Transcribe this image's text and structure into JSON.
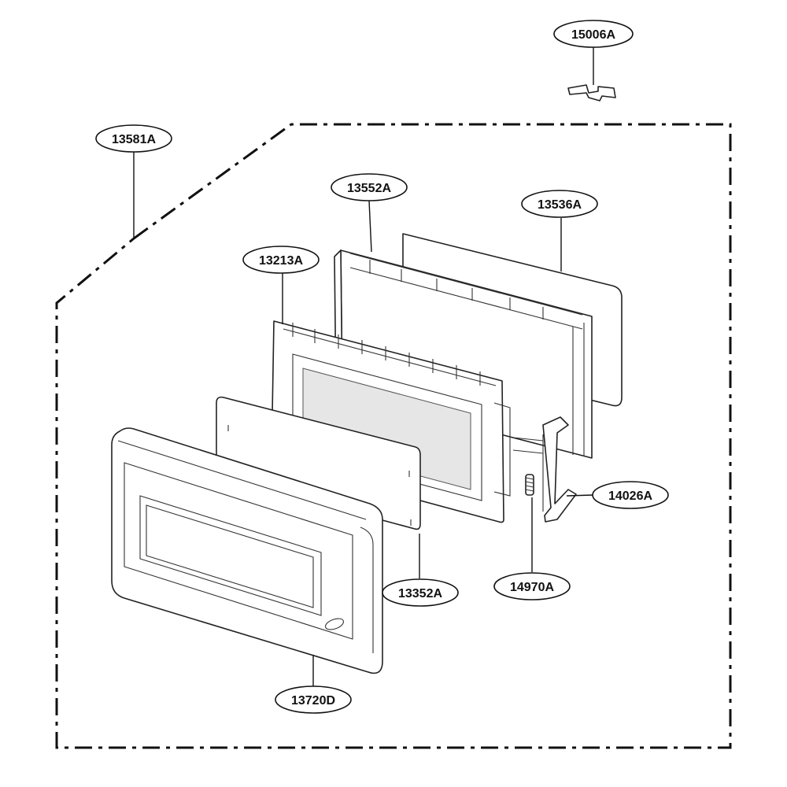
{
  "labels": {
    "p15006A": "15006A",
    "p13581A": "13581A",
    "p13552A": "13552A",
    "p13536A": "13536A",
    "p13213A": "13213A",
    "p14026A": "14026A",
    "p14970A": "14970A",
    "p13352A": "13352A",
    "p13720D": "13720D"
  }
}
